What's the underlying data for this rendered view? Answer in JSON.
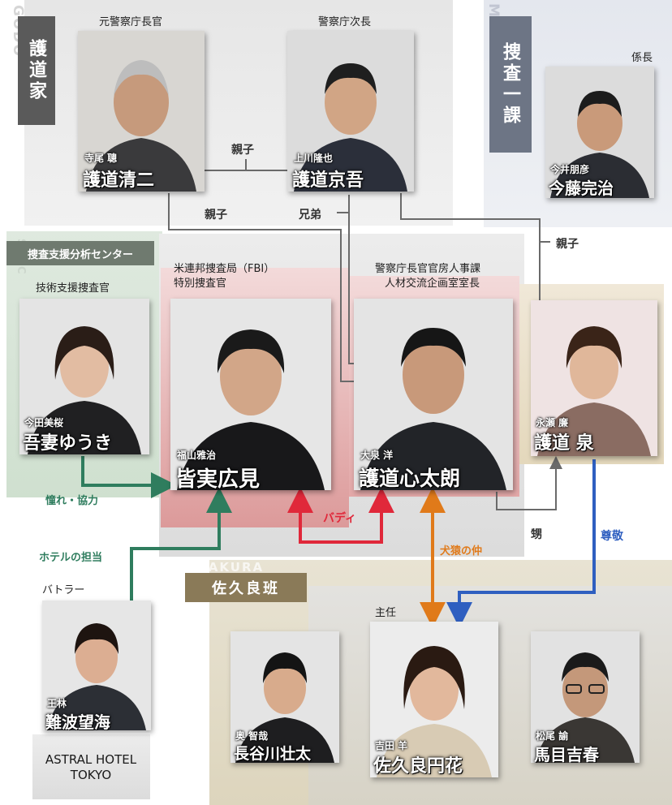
{
  "groups": {
    "godo": {
      "label": "護道家",
      "ghost": "GODO"
    },
    "mpd": {
      "label": "捜査一課",
      "ghost": "MPD"
    },
    "ssbc": {
      "label": "捜査支援分析センター",
      "ghost": "SSBC"
    },
    "sakura": {
      "label": "佐久良班",
      "ghost": "SAKURA"
    },
    "hotel": {
      "label_line1": "ASTRAL HOTEL",
      "label_line2": "TOKYO"
    }
  },
  "captions": {
    "terao": "元警察庁長官",
    "kamikawa": "警察庁次長",
    "imai": "係長",
    "imada": "技術支援捜査官",
    "fukuyama_line1": "米連邦捜査局（FBI）",
    "fukuyama_line2": "特別捜査官",
    "oizumi_line1": "警察庁長官官房人事課",
    "oizumi_line2": "人材交流企画室室長",
    "ourin": "バトラー",
    "yoshida": "主任"
  },
  "people": {
    "terao": {
      "actor": "寺尾 聰",
      "role": "護道清二"
    },
    "kamikawa": {
      "actor": "上川隆也",
      "role": "護道京吾"
    },
    "imai": {
      "actor": "今井朋彦",
      "role": "今藤完治"
    },
    "imada": {
      "actor": "今田美桜",
      "role": "吾妻ゆうき"
    },
    "fukuyama": {
      "actor": "福山雅治",
      "role": "皆実広見"
    },
    "oizumi": {
      "actor": "大泉 洋",
      "role": "護道心太朗"
    },
    "nagase": {
      "actor": "永瀬 廉",
      "role": "護道 泉"
    },
    "ourin": {
      "actor": "王林",
      "role": "難波望海"
    },
    "oku": {
      "actor": "奥 智哉",
      "role": "長谷川壮太"
    },
    "yoshida": {
      "actor": "吉田 羊",
      "role": "佐久良円花"
    },
    "matsuo": {
      "actor": "松尾 諭",
      "role": "馬目吉春"
    }
  },
  "relations": {
    "oyako_top": "親子",
    "oyako_mid": "親子",
    "kyodai": "兄弟",
    "oyako_right": "親子",
    "akogare": "憧れ・協力",
    "buddy": "バディ",
    "kenen": "犬猿の仲",
    "oi": "甥",
    "sonkei": "尊敬",
    "hotel_tanto": "ホテルの担当"
  },
  "colors": {
    "godo_tag": "#5a5a5a",
    "mpd_tag": "#6d7585",
    "ssbc_tag": "#6f7a6f",
    "sakura_tag": "#8a7a58",
    "red": "#e0283a",
    "green": "#2f7d5e",
    "orange": "#e07a1a",
    "blue": "#2f5fc0",
    "gray_line": "#6a6a6a"
  }
}
